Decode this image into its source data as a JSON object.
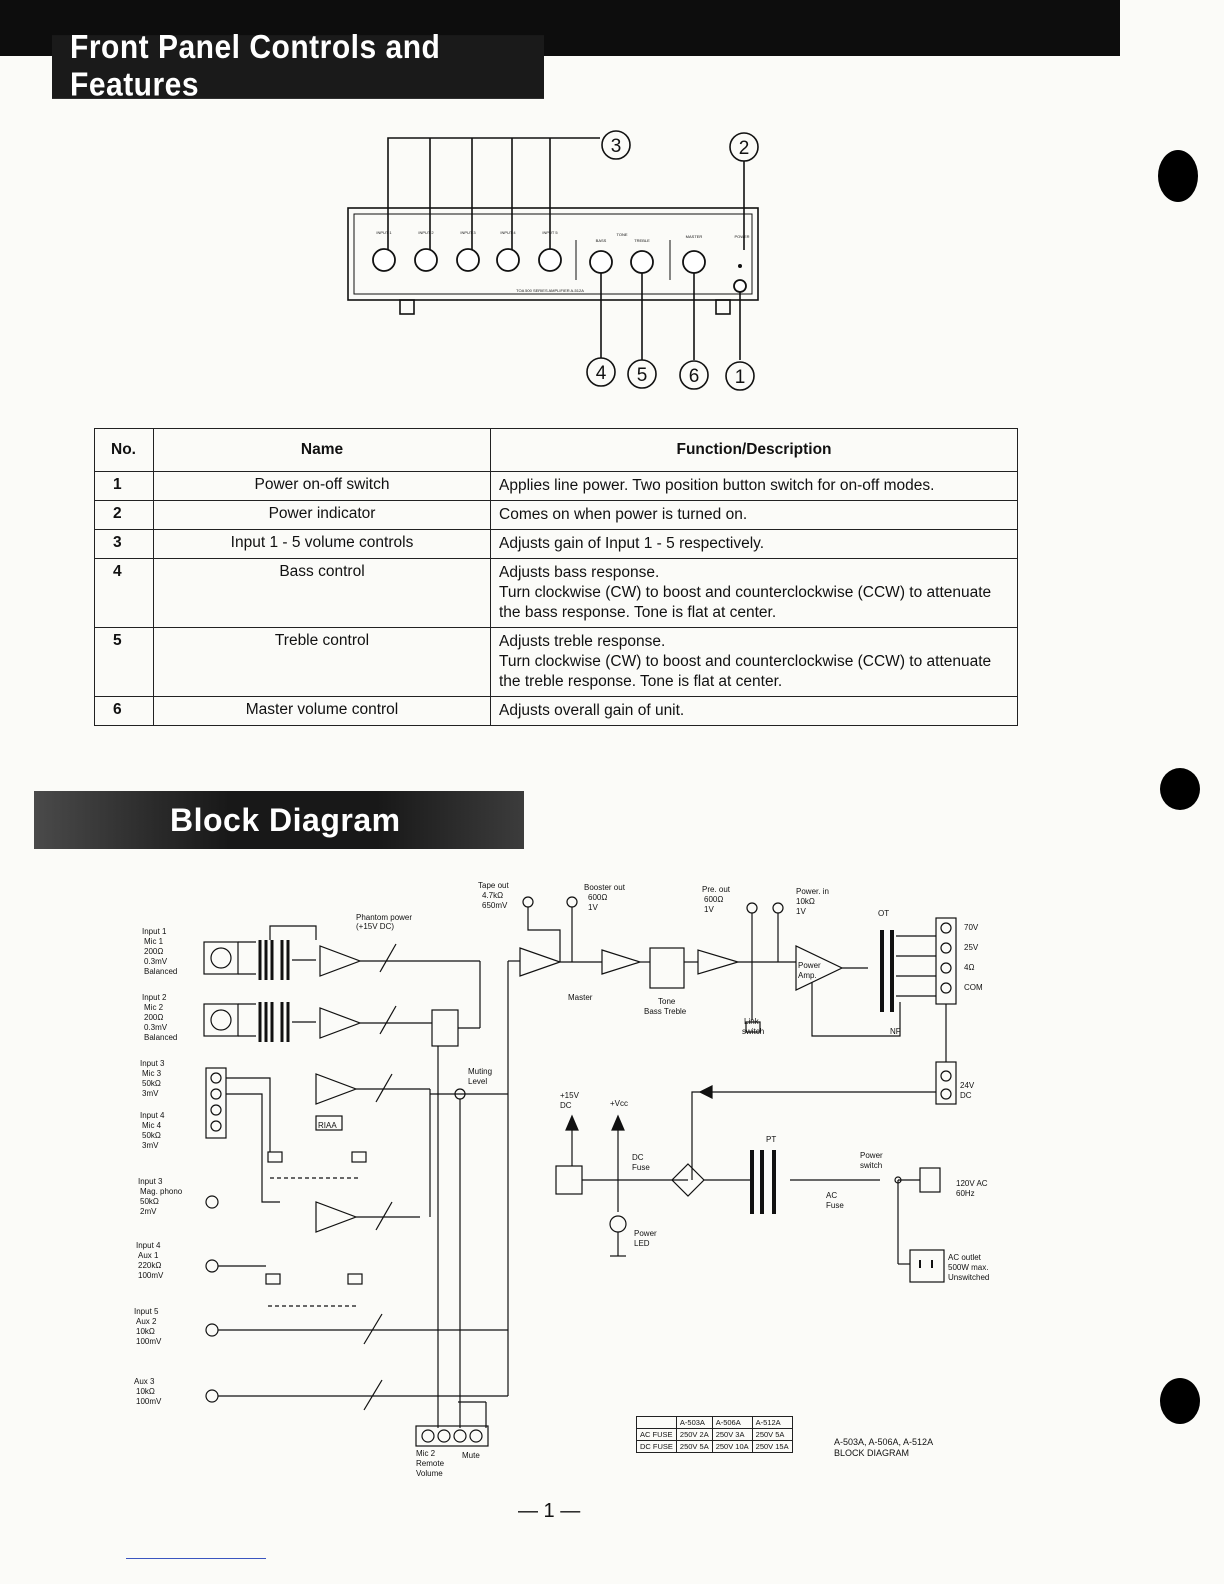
{
  "header": {
    "section1_title": "Front Panel Controls and Features",
    "section2_title": "Block Diagram"
  },
  "panel": {
    "callouts": [
      "1",
      "2",
      "3",
      "4",
      "5",
      "6"
    ],
    "knobs": [
      "INPUT 1",
      "INPUT 2",
      "INPUT 3",
      "INPUT 4",
      "INPUT 5",
      "BASS",
      "TREBLE",
      "MASTER"
    ],
    "tone_label": "TONE",
    "power_label": "POWER",
    "brand": "TOA 500 SERIES AMPLIFIER A-512A"
  },
  "table": {
    "headers": {
      "no": "No.",
      "name": "Name",
      "function": "Function/Description"
    },
    "rows": [
      {
        "no": "1",
        "name": "Power on-off switch",
        "desc": [
          "Applies line power. Two position button switch for on-off modes."
        ]
      },
      {
        "no": "2",
        "name": "Power indicator",
        "desc": [
          "Comes on when power is turned on."
        ]
      },
      {
        "no": "3",
        "name": "Input 1 - 5 volume controls",
        "desc": [
          "Adjusts gain of Input 1 - 5 respectively."
        ]
      },
      {
        "no": "4",
        "name": "Bass control",
        "desc": [
          "Adjusts bass response.",
          "Turn clockwise (CW) to boost and counterclockwise (CCW) to attenuate",
          "the bass response. Tone is flat at center."
        ]
      },
      {
        "no": "5",
        "name": "Treble control",
        "desc": [
          "Adjusts treble response.",
          "Turn clockwise (CW) to boost and counterclockwise (CCW) to attenuate",
          "the treble response. Tone is flat at center."
        ]
      },
      {
        "no": "6",
        "name": "Master volume control",
        "desc": [
          "Adjusts overall gain of unit."
        ]
      }
    ]
  },
  "block_diagram": {
    "inputs": [
      {
        "title": "Input 1",
        "spec": [
          "Mic 1",
          "200Ω",
          "0.3mV",
          "Balanced"
        ]
      },
      {
        "title": "Input 2",
        "spec": [
          "Mic 2",
          "200Ω",
          "0.3mV",
          "Balanced"
        ]
      },
      {
        "title": "Input 3",
        "spec": [
          "Mic 3",
          "50kΩ",
          "3mV"
        ]
      },
      {
        "title": "Input 4",
        "spec": [
          "Mic 4",
          "50kΩ",
          "3mV"
        ]
      },
      {
        "title": "Input 3",
        "spec": [
          "Mag. phono",
          "50kΩ",
          "2mV"
        ]
      },
      {
        "title": "Input 4",
        "spec": [
          "Aux 1",
          "220kΩ",
          "100mV"
        ]
      },
      {
        "title": "Input 5",
        "spec": [
          "Aux 2",
          "10kΩ",
          "100mV"
        ]
      },
      {
        "title": "Aux 3",
        "spec": [
          "10kΩ",
          "100mV"
        ]
      }
    ],
    "labels": {
      "phantom": "Phantom power",
      "phantom_v": "(+15V DC)",
      "riaa": "RIAA",
      "muting": "Muting",
      "muting2": "Level",
      "tape_out": "Tape out",
      "tape_spec": [
        "4.7kΩ",
        "650mV"
      ],
      "booster_out": "Booster out",
      "booster_spec": [
        "600Ω",
        "1V"
      ],
      "pre_out": "Pre. out",
      "pre_spec": [
        "600Ω",
        "1V"
      ],
      "power_in": "Power. in",
      "power_in_spec": [
        "10kΩ",
        "1V"
      ],
      "master": "Master",
      "tone": "Tone",
      "bass_treble": "Bass Treble",
      "link": "Link",
      "link2": "switch",
      "power_amp": "Power",
      "power_amp2": "Amp.",
      "ot": "OT",
      "nf": "NF",
      "out_70v": "70V",
      "out_25v": "25V",
      "out_4ohm": "4Ω",
      "out_com": "COM",
      "dc24": "24V",
      "dc24b": "DC",
      "v15": "+15V",
      "v15b": "DC",
      "vcc": "+Vcc",
      "dc_fuse": "DC",
      "dc_fuse2": "Fuse",
      "power_led": "Power",
      "power_led2": "LED",
      "pt": "PT",
      "power_switch": "Power",
      "power_switch2": "switch",
      "ac_fuse": "AC",
      "ac_fuse2": "Fuse",
      "ac_in": "120V AC",
      "ac_in2": "60Hz",
      "ac_outlet": "AC outlet",
      "ac_outlet2": "500W max.",
      "ac_outlet3": "Unswitched",
      "mic2": "Mic 2",
      "mute": "Mute",
      "remote": "Remote",
      "volume": "Volume"
    },
    "fuse_table": {
      "cols": [
        "A-503A",
        "A-506A",
        "A-512A"
      ],
      "rows": [
        {
          "label": "AC FUSE",
          "vals": [
            "250V 2A",
            "250V 3A",
            "250V 5A"
          ]
        },
        {
          "label": "DC FUSE",
          "vals": [
            "250V 5A",
            "250V 10A",
            "250V 15A"
          ]
        }
      ]
    },
    "caption": [
      "A-503A, A-506A, A-512A",
      "BLOCK DIAGRAM"
    ]
  },
  "footer": {
    "page": "— 1 —"
  }
}
